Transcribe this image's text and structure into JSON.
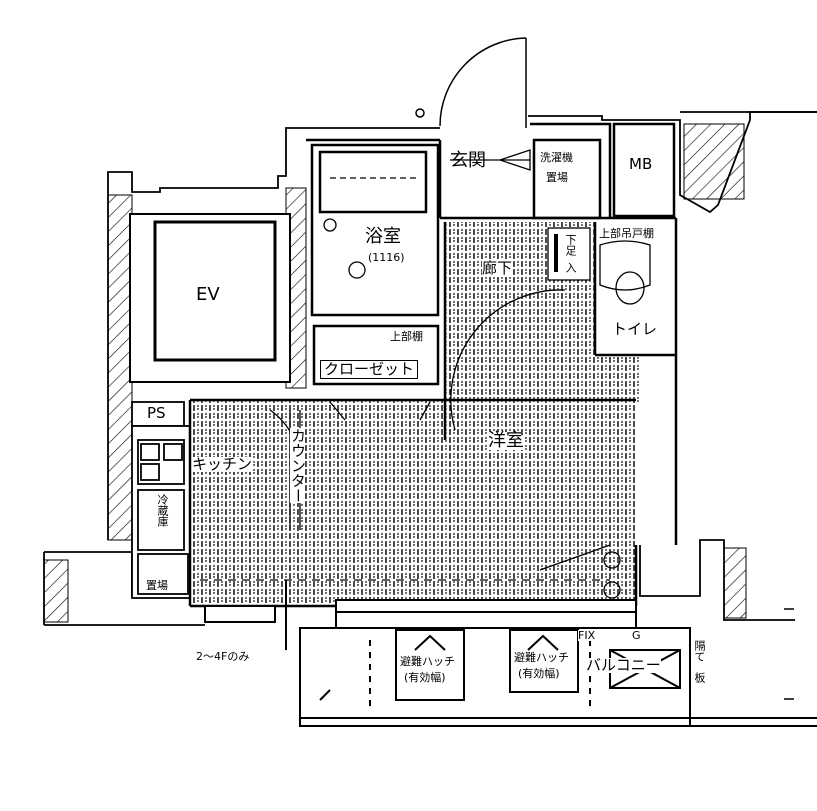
{
  "rooms": {
    "ev": "EV",
    "bath": "浴室",
    "bath_size": "(1116)",
    "entrance": "玄関",
    "laundry_top": "洗濯機",
    "laundry_bottom": "置場",
    "mb": "MB",
    "ps": "PS",
    "closet_shelf": "上部棚",
    "closet": "クローゼット",
    "hallway": "廊下",
    "storage_top": "下足",
    "storage_bottom": "入",
    "toilet_shelf": "上部吊戸棚",
    "toilet": "トイレ",
    "western_room": "洋室",
    "kitchen": "キッチン",
    "counter": "カウンター",
    "fridge_top": "冷蔵庫",
    "fridge_bottom": "置場",
    "balcony": "バルコニー",
    "hatch_left_top": "避難ハッチ",
    "hatch_left_bottom": "(有効幅)",
    "hatch_right_top": "避難ハッチ",
    "hatch_right_bottom": "(有効幅)",
    "partition_top": "隔て",
    "partition_bottom": "板",
    "fix": "FIX",
    "g": "G"
  },
  "notes": {
    "floors": "2～4Fのみ"
  }
}
